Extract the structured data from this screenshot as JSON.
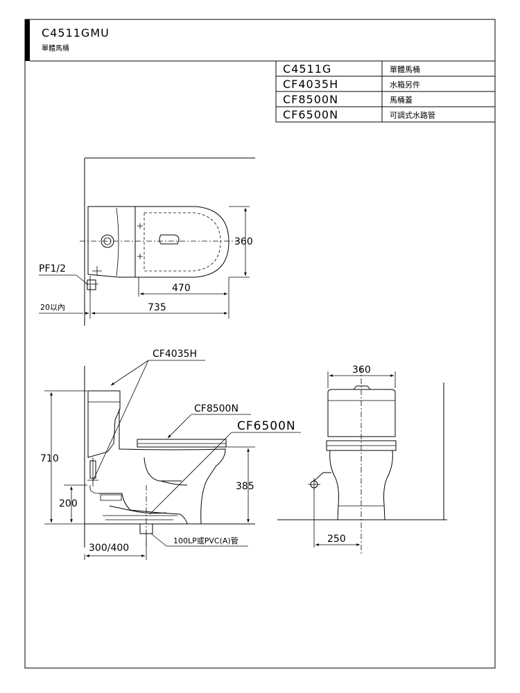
{
  "header": {
    "model_code": "C4511GMU",
    "model_desc": "單體馬桶"
  },
  "parts_table": [
    {
      "code": "C4511G",
      "desc": "單體馬桶"
    },
    {
      "code": "CF4035H",
      "desc": "水箱另件"
    },
    {
      "code": "CF8500N",
      "desc": "馬桶蓋"
    },
    {
      "code": "CF6500N",
      "desc": "可調式水路管"
    }
  ],
  "top_view": {
    "dim_width": "360",
    "dim_470": "470",
    "dim_735": "735",
    "pf_label": "PF1/2",
    "wall_gap": "20以內"
  },
  "side_view": {
    "tank_label": "CF4035H",
    "seat_label": "CF8500N",
    "pipe_label": "CF6500N",
    "dim_710": "710",
    "dim_200": "200",
    "dim_385": "385",
    "dim_rough": "300/400",
    "drain_note": "100LP或PVC(A)管"
  },
  "front_view": {
    "dim_360": "360",
    "dim_250": "250"
  }
}
